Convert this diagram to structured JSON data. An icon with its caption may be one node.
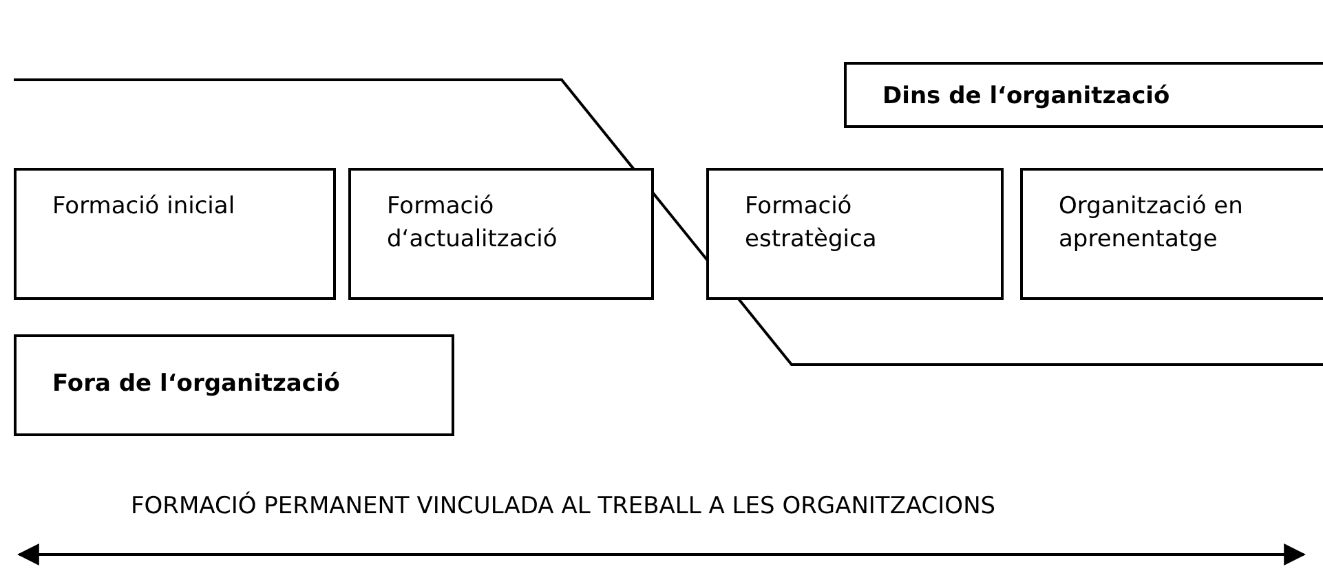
{
  "diagram": {
    "nodes": [
      {
        "text": [
          "Dins de l‘organització"
        ]
      },
      {
        "text": [
          "Formació inicial"
        ]
      },
      {
        "text": [
          "Formació d‘actualització"
        ]
      },
      {
        "text": [
          "Formació estratègica"
        ]
      },
      {
        "text": [
          "Organització en aprenentatge"
        ]
      },
      {
        "text": [
          "Fora de l‘organització"
        ]
      }
    ],
    "edges": [],
    "labels": [
      "FORMACIÓ PERMANENT VINCULADA AL TREBALL A LES ORGANITZACIONS"
    ]
  }
}
